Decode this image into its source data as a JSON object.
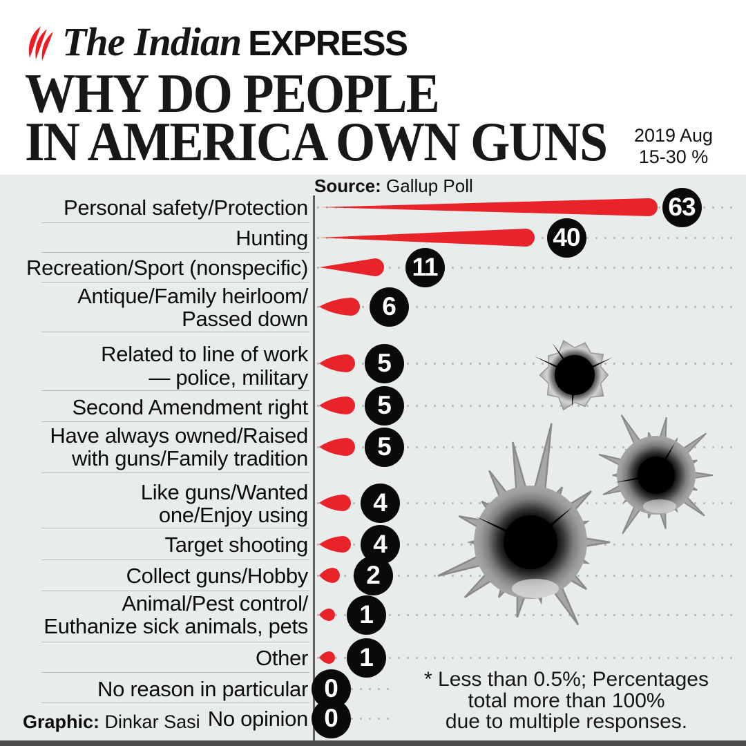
{
  "header": {
    "brand_serif": "The Indian",
    "brand_sans": "EXPRESS",
    "title_line1": "WHY DO PEOPLE",
    "title_line2": "IN AMERICA OWN GUNS",
    "date_line1": "2019 Aug",
    "date_line2": "15-30 %"
  },
  "source": {
    "label": "Source:",
    "value": "Gallup Poll"
  },
  "chart_data": {
    "type": "bar",
    "title": "Why do people in America own guns",
    "source": "Gallup Poll",
    "period": "2019 Aug 15-30",
    "unit": "%",
    "xlim": [
      0,
      70
    ],
    "grid": "dotted horizontal rows",
    "legend": "none",
    "categories": [
      "Personal safety/Protection",
      "Hunting",
      "Recreation/Sport (nonspecific)",
      "Antique/Family heirloom/ Passed down",
      "Related to line of work — police, military",
      "Second Amendment right",
      "Have always owned/Raised with guns/Family tradition",
      "Like guns/Wanted one/Enjoy using",
      "Target shooting",
      "Collect guns/Hobby",
      "Animal/Pest control/ Euthanize sick animals, pets",
      "Other",
      "No reason in particular",
      "No opinion"
    ],
    "values": [
      63,
      40,
      11,
      6,
      5,
      5,
      5,
      4,
      4,
      2,
      1,
      1,
      0,
      0
    ],
    "rows": [
      {
        "label_lines": [
          "Personal safety/Protection"
        ],
        "value": 63
      },
      {
        "label_lines": [
          "Hunting"
        ],
        "value": 40
      },
      {
        "label_lines": [
          "Recreation/Sport (nonspecific)"
        ],
        "value": 11
      },
      {
        "label_lines": [
          "Antique/Family heirloom/",
          "Passed down"
        ],
        "value": 6
      },
      {
        "label_lines": [
          "Related to line of work",
          "— police, military"
        ],
        "value": 5
      },
      {
        "label_lines": [
          "Second Amendment right"
        ],
        "value": 5
      },
      {
        "label_lines": [
          "Have always owned/Raised",
          "with guns/Family tradition"
        ],
        "value": 5
      },
      {
        "label_lines": [
          "Like guns/Wanted",
          "one/Enjoy using"
        ],
        "value": 4
      },
      {
        "label_lines": [
          "Target shooting"
        ],
        "value": 4
      },
      {
        "label_lines": [
          "Collect guns/Hobby"
        ],
        "value": 2
      },
      {
        "label_lines": [
          "Animal/Pest control/",
          "Euthanize sick animals, pets"
        ],
        "value": 1
      },
      {
        "label_lines": [
          "Other"
        ],
        "value": 1
      },
      {
        "label_lines": [
          "No reason in particular"
        ],
        "value": 0
      },
      {
        "label_lines": [
          "No opinion"
        ],
        "value": 0
      }
    ]
  },
  "footnote": {
    "lines": [
      "* Less than 0.5%; Percentages",
      "total more than 100%",
      "due to multiple responses."
    ]
  },
  "credit": {
    "label": "Graphic:",
    "value": "Dinkar Sasi"
  },
  "colors": {
    "bar_red": "#e8242a",
    "logo_red": "#ed1c24",
    "badge_black": "#0a0a0a",
    "chart_bg": "#e8edec",
    "bottom_bar": "#4c4e4e",
    "splatter_gray": "#a6a6a6"
  }
}
